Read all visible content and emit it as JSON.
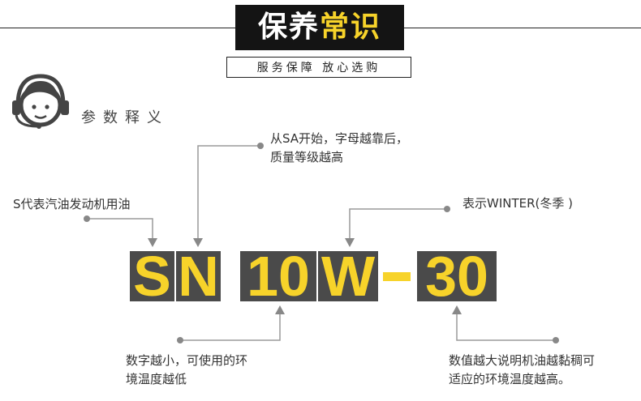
{
  "header": {
    "title_part1": "保养",
    "title_part2": "常识",
    "subtitle": "服务保障 放心选购"
  },
  "section": {
    "title": "参数释义"
  },
  "code": {
    "tiles": [
      "S",
      "N",
      "10",
      "W",
      "30"
    ],
    "separator": "-"
  },
  "annotations": {
    "s_meaning": "S代表汽油发动机用油",
    "n_meaning_line1": "从SA开始，字母越靠后，",
    "n_meaning_line2": "质量等级越高",
    "w_meaning": "表示WINTER(冬季 )",
    "low_temp_line1": "数字越小，可使用的环",
    "low_temp_line2": "境温度越低",
    "high_temp_line1": "数值越大说明机油越黏稠可",
    "high_temp_line2": "适应的环境温度越高。"
  },
  "colors": {
    "accent_yellow": "#f7d32a",
    "tile_gray": "#4a4a4a",
    "title_black": "#141414",
    "line_gray": "#9a9a9a"
  },
  "icons": {
    "avatar": "headset-support-avatar-icon"
  }
}
